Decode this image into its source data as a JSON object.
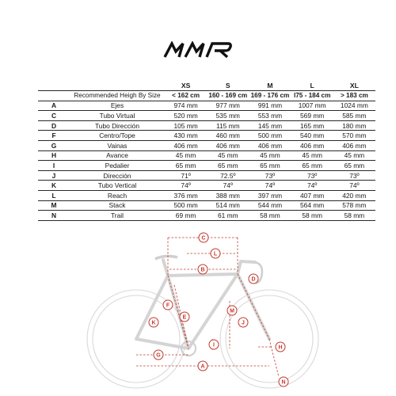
{
  "brand": {
    "name": "MMR",
    "accent": "#c0392b"
  },
  "table": {
    "sizes": [
      "XS",
      "S",
      "M",
      "L",
      "XL"
    ],
    "recommended": {
      "label": "Recommended Heigh By Size",
      "values": [
        "< 162 cm",
        "160 - 169 cm",
        "169 - 176 cm",
        "l75 - 184 cm",
        "> 183 cm"
      ]
    },
    "rows": [
      {
        "key": "A",
        "label": "Ejes",
        "values": [
          "974 mm",
          "977 mm",
          "991 mm",
          "1007 mm",
          "1024 mm"
        ]
      },
      {
        "key": "C",
        "label": "Tubo Virtual",
        "values": [
          "520 mm",
          "535 mm",
          "553 mm",
          "569 mm",
          "585 mm"
        ]
      },
      {
        "key": "D",
        "label": "Tubo Dirección",
        "values": [
          "105 mm",
          "115 mm",
          "145 mm",
          "165 mm",
          "180 mm"
        ]
      },
      {
        "key": "F",
        "label": "Centro/Tope",
        "values": [
          "430 mm",
          "460 mm",
          "500 mm",
          "540 mm",
          "570 mm"
        ]
      },
      {
        "key": "G",
        "label": "Vainas",
        "values": [
          "406 mm",
          "406 mm",
          "406 mm",
          "406 mm",
          "406 mm"
        ]
      },
      {
        "key": "H",
        "label": "Avance",
        "values": [
          "45 mm",
          "45 mm",
          "45 mm",
          "45 mm",
          "45 mm"
        ]
      },
      {
        "key": "I",
        "label": "Pedalier",
        "values": [
          "65 mm",
          "65 mm",
          "65 mm",
          "65 mm",
          "65 mm"
        ]
      },
      {
        "key": "J",
        "label": "Dirección",
        "values": [
          "71º",
          "72.5º",
          "73º",
          "73º",
          "73º"
        ]
      },
      {
        "key": "K",
        "label": "Tubo Vertical",
        "values": [
          "74º",
          "74º",
          "74º",
          "74º",
          "74º"
        ]
      },
      {
        "key": "L",
        "label": "Reach",
        "values": [
          "376 mm",
          "388 mm",
          "397 mm",
          "407 mm",
          "420 mm"
        ]
      },
      {
        "key": "M",
        "label": "Stack",
        "values": [
          "500 mm",
          "514 mm",
          "544 mm",
          "564 mm",
          "578 mm"
        ]
      },
      {
        "key": "N",
        "label": "Trail",
        "values": [
          "69 mm",
          "61 mm",
          "58 mm",
          "58 mm",
          "58 mm"
        ]
      }
    ]
  },
  "diagram_labels": {
    "A": "A",
    "B": "B",
    "C": "C",
    "D": "D",
    "E": "E",
    "F": "F",
    "G": "G",
    "H": "H",
    "I": "I",
    "J": "J",
    "K": "K",
    "L": "L",
    "M": "M",
    "N": "N"
  }
}
